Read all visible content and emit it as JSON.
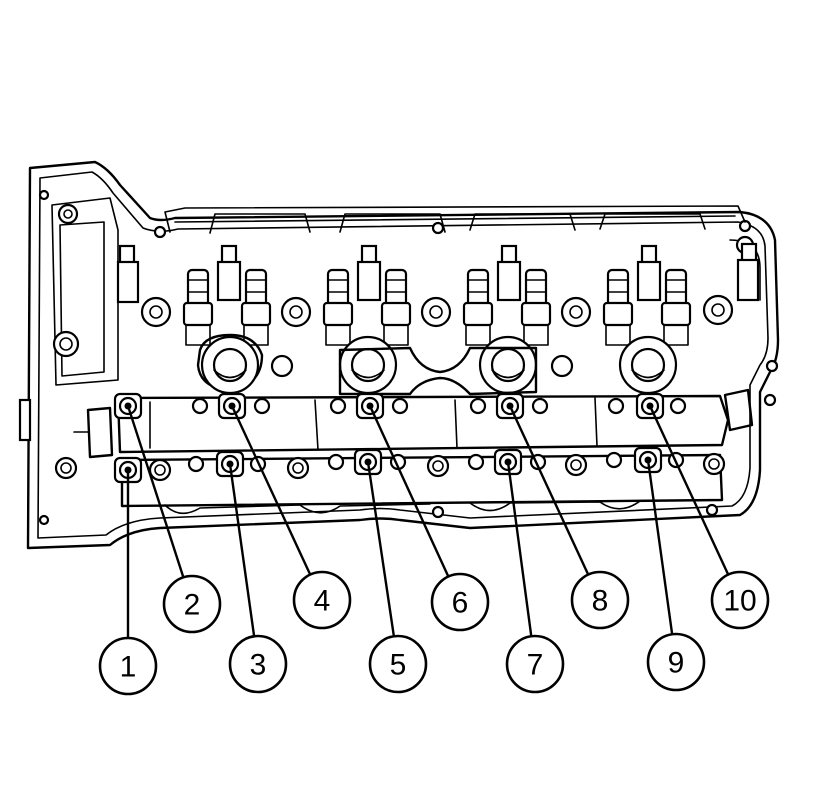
{
  "callouts": [
    {
      "label": "1",
      "target": "bolt-1"
    },
    {
      "label": "2",
      "target": "bolt-2"
    },
    {
      "label": "3",
      "target": "bolt-3"
    },
    {
      "label": "4",
      "target": "bolt-4"
    },
    {
      "label": "5",
      "target": "bolt-5"
    },
    {
      "label": "6",
      "target": "bolt-6"
    },
    {
      "label": "7",
      "target": "bolt-7"
    },
    {
      "label": "8",
      "target": "bolt-8"
    },
    {
      "label": "9",
      "target": "bolt-9"
    },
    {
      "label": "10",
      "target": "bolt-10"
    }
  ],
  "line_color": "#000000",
  "background_color": "#ffffff"
}
